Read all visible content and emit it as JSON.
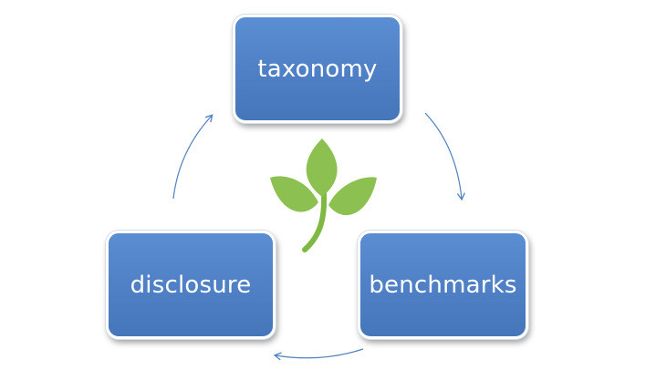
{
  "diagram": {
    "nodes": [
      {
        "id": "taxonomy",
        "label": "taxonomy"
      },
      {
        "id": "benchmarks",
        "label": "benchmarks"
      },
      {
        "id": "disclosure",
        "label": "disclosure"
      }
    ],
    "edges": [
      {
        "from": "taxonomy",
        "to": "benchmarks"
      },
      {
        "from": "benchmarks",
        "to": "disclosure"
      },
      {
        "from": "disclosure",
        "to": "taxonomy"
      }
    ],
    "colors": {
      "box_fill": "#4f81bd",
      "box_border": "#ffffff",
      "text": "#ffffff",
      "arrow": "#4f81bd",
      "leaf": "#8cc152",
      "stem": "#7fb843"
    },
    "center_icon": "sprout-leaf-icon"
  }
}
